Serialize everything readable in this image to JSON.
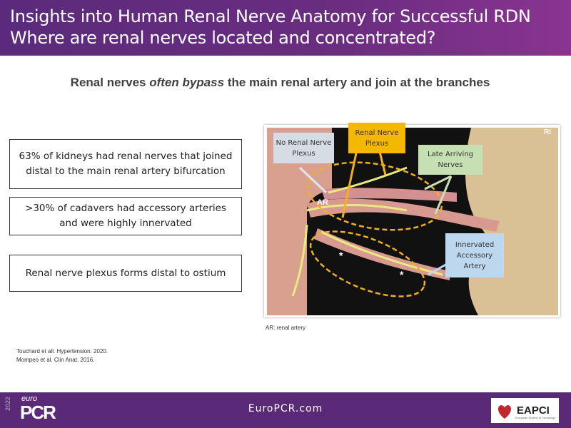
{
  "header": {
    "line1": "Insights into Human Renal Nerve Anatomy for Successful RDN",
    "line2": "Where are renal nerves located and concentrated?"
  },
  "subtitle": {
    "pre": "Renal nerves ",
    "em": "often bypass",
    "post": " the main renal artery and join at the branches"
  },
  "findings": [
    "63% of kidneys had renal nerves that joined distal to the main renal artery bifurcation",
    ">30% of cadavers had accessory arteries and were highly innervated",
    "Renal nerve plexus forms distal to ostium"
  ],
  "figure": {
    "labels": {
      "no_plexus": "No Renal Nerve Plexus",
      "plexus": "Renal Nerve Plexus",
      "late": "Late Arriving Nerves",
      "accessory": "Innervated Accessory Artery",
      "ar": "AR",
      "ri": "RI",
      "star": "*"
    },
    "caption": "AR: renal artery"
  },
  "references": [
    "Touchard et all. Hypertension. 2020.",
    "Mompeo et al. Clin Anat. 2016."
  ],
  "footer": {
    "year": "2022",
    "euro": "euro",
    "pcr": "PCR",
    "site": "EuroPCR.com",
    "eapci": "EAPCI",
    "esc": "European Society of Cardiology"
  }
}
